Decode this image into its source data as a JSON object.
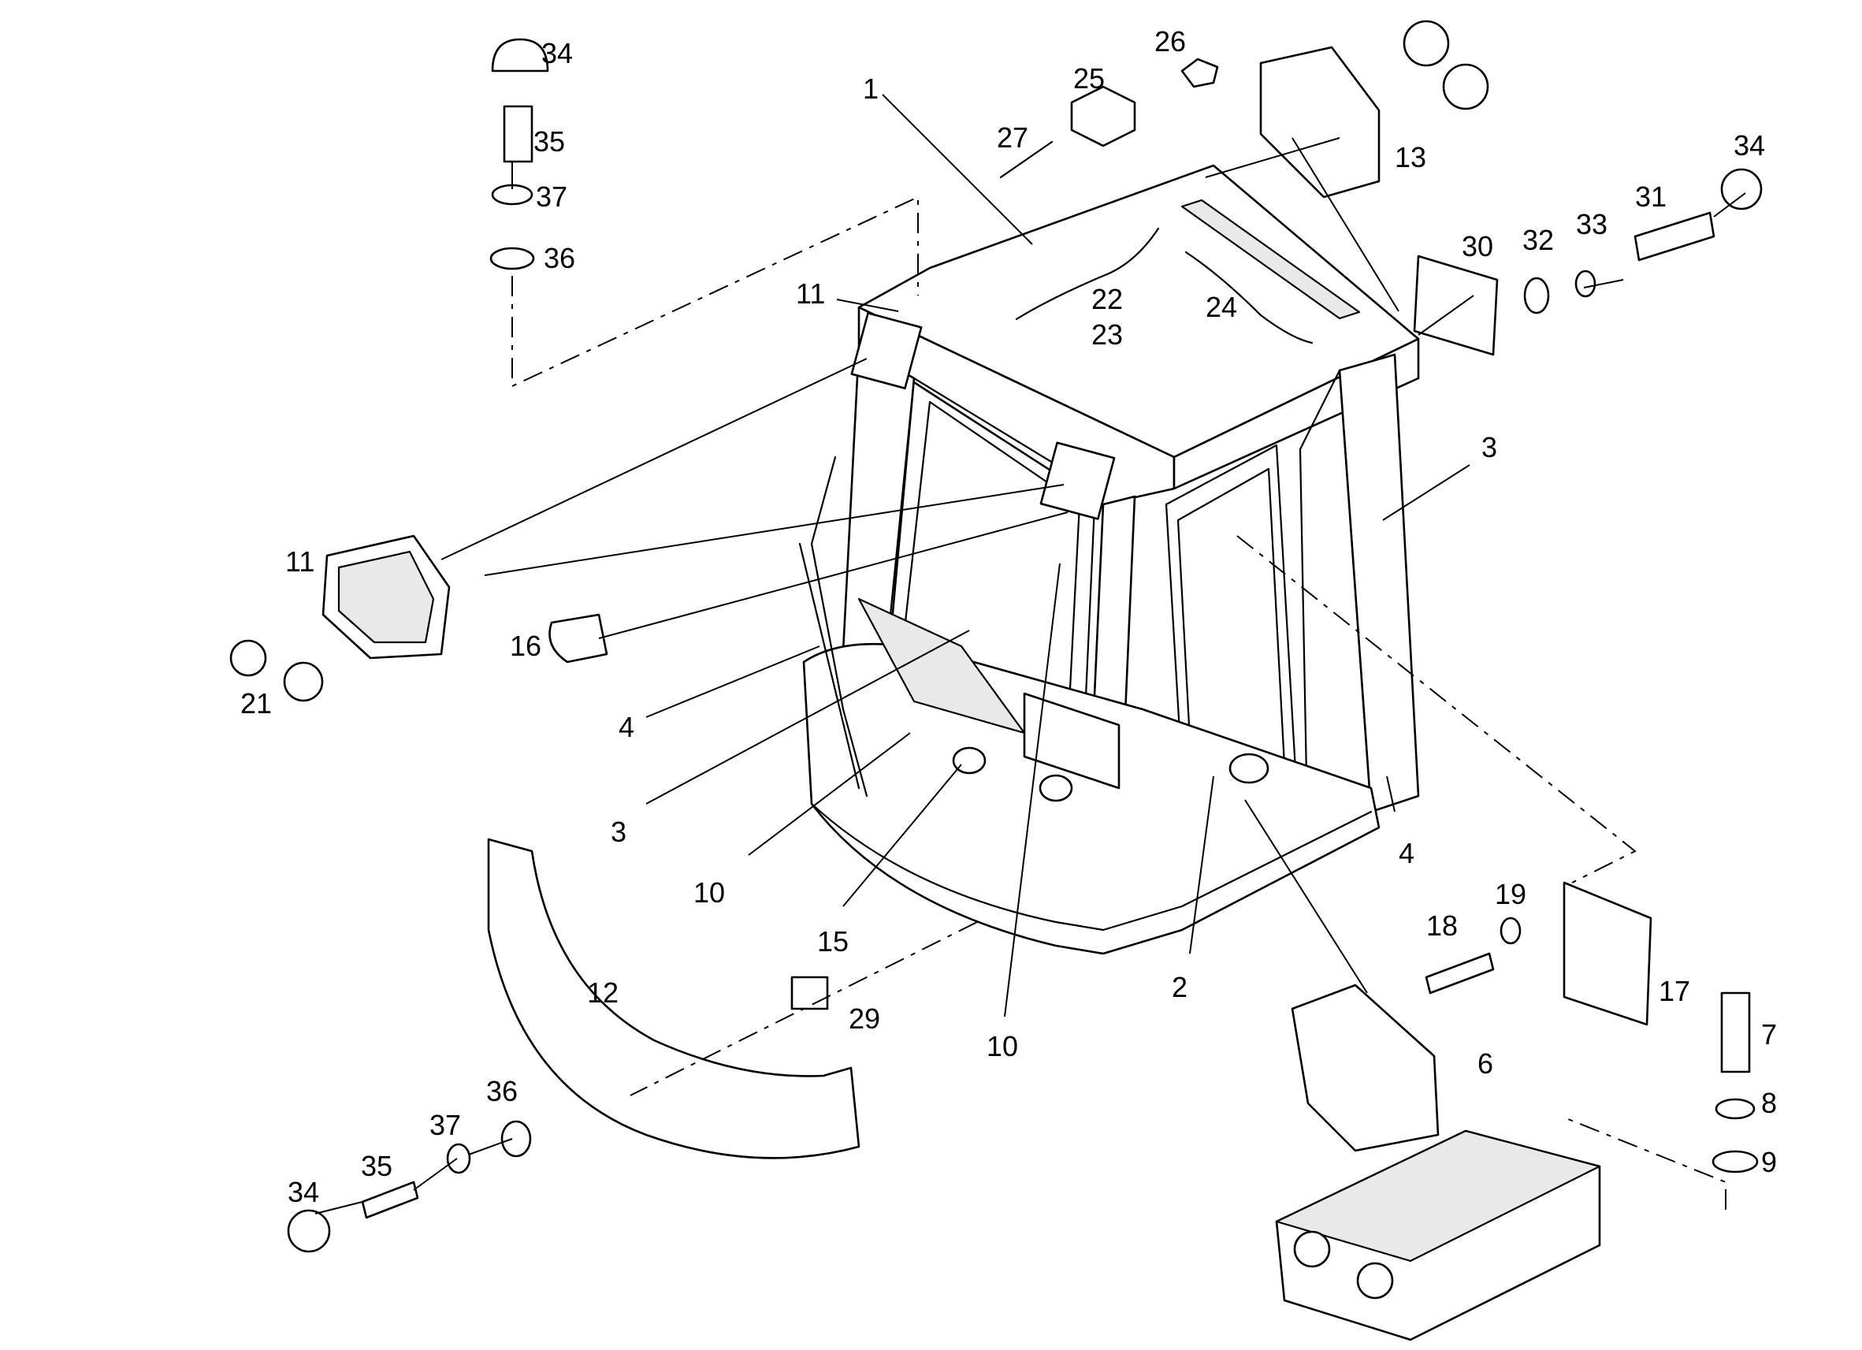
{
  "diagram": {
    "type": "exploded-parts-drawing",
    "callouts": [
      {
        "id": "c-1",
        "text": "1"
      },
      {
        "id": "c-2",
        "text": "2"
      },
      {
        "id": "c-3a",
        "text": "3"
      },
      {
        "id": "c-3b",
        "text": "3"
      },
      {
        "id": "c-4a",
        "text": "4"
      },
      {
        "id": "c-4b",
        "text": "4"
      },
      {
        "id": "c-6",
        "text": "6"
      },
      {
        "id": "c-7",
        "text": "7"
      },
      {
        "id": "c-8",
        "text": "8"
      },
      {
        "id": "c-9",
        "text": "9"
      },
      {
        "id": "c-10a",
        "text": "10"
      },
      {
        "id": "c-10b",
        "text": "10"
      },
      {
        "id": "c-11a",
        "text": "11"
      },
      {
        "id": "c-11b",
        "text": "11"
      },
      {
        "id": "c-12",
        "text": "12"
      },
      {
        "id": "c-13",
        "text": "13"
      },
      {
        "id": "c-15",
        "text": "15"
      },
      {
        "id": "c-16",
        "text": "16"
      },
      {
        "id": "c-17",
        "text": "17"
      },
      {
        "id": "c-18",
        "text": "18"
      },
      {
        "id": "c-19",
        "text": "19"
      },
      {
        "id": "c-21",
        "text": "21"
      },
      {
        "id": "c-22",
        "text": "22"
      },
      {
        "id": "c-23",
        "text": "23"
      },
      {
        "id": "c-24",
        "text": "24"
      },
      {
        "id": "c-25",
        "text": "25"
      },
      {
        "id": "c-26",
        "text": "26"
      },
      {
        "id": "c-27",
        "text": "27"
      },
      {
        "id": "c-29",
        "text": "29"
      },
      {
        "id": "c-30",
        "text": "30"
      },
      {
        "id": "c-31",
        "text": "31"
      },
      {
        "id": "c-32",
        "text": "32"
      },
      {
        "id": "c-33",
        "text": "33"
      },
      {
        "id": "c-34a",
        "text": "34"
      },
      {
        "id": "c-34b",
        "text": "34"
      },
      {
        "id": "c-34c",
        "text": "34"
      },
      {
        "id": "c-35a",
        "text": "35"
      },
      {
        "id": "c-35b",
        "text": "35"
      },
      {
        "id": "c-36a",
        "text": "36"
      },
      {
        "id": "c-36b",
        "text": "36"
      },
      {
        "id": "c-37a",
        "text": "37"
      },
      {
        "id": "c-37b",
        "text": "37"
      }
    ]
  }
}
